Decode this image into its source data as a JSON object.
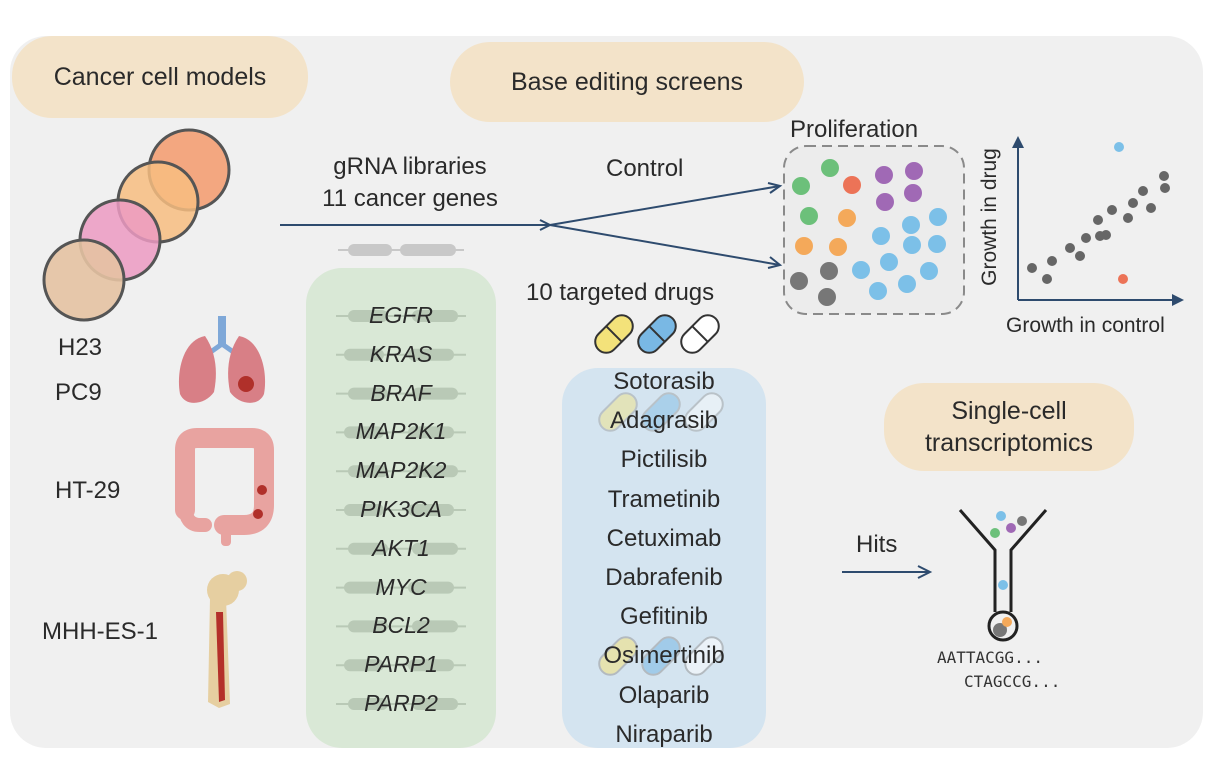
{
  "headers": {
    "cell_models": "Cancer cell models",
    "base_editing": "Base editing screens",
    "single_cell_line1": "Single-cell",
    "single_cell_line2": "transcriptomics"
  },
  "cell_lines": [
    "H23",
    "PC9",
    "HT-29",
    "MHH-ES-1"
  ],
  "library": {
    "line1": "gRNA libraries",
    "line2": "11 cancer genes"
  },
  "genes": [
    "EGFR",
    "KRAS",
    "BRAF",
    "MAP2K1",
    "MAP2K2",
    "PIK3CA",
    "AKT1",
    "MYC",
    "BCL2",
    "PARP1",
    "PARP2"
  ],
  "drugs_header": "10 targeted drugs",
  "drugs": [
    "Sotorasib",
    "Adagrasib",
    "Pictilisib",
    "Trametinib",
    "Cetuximab",
    "Dabrafenib",
    "Gefitinib",
    "Osimertinib",
    "Olaparib",
    "Niraparib"
  ],
  "control_label": "Control",
  "proliferation_label": "Proliferation",
  "axes": {
    "y": "Growth in drug",
    "x": "Growth in control"
  },
  "hits_label": "Hits",
  "sequences": [
    "AATTACGG...",
    "CTAGCCG..."
  ],
  "colors": {
    "green": "#6cc07a",
    "orange": "#f4a95a",
    "red": "#ec7357",
    "purple": "#a069b5",
    "blue": "#7cc0e8",
    "gray": "#777777",
    "pill_bg": "#f3e3c9",
    "gene_bg": "#d9e8d6",
    "drug_bg": "#d4e4f0"
  }
}
